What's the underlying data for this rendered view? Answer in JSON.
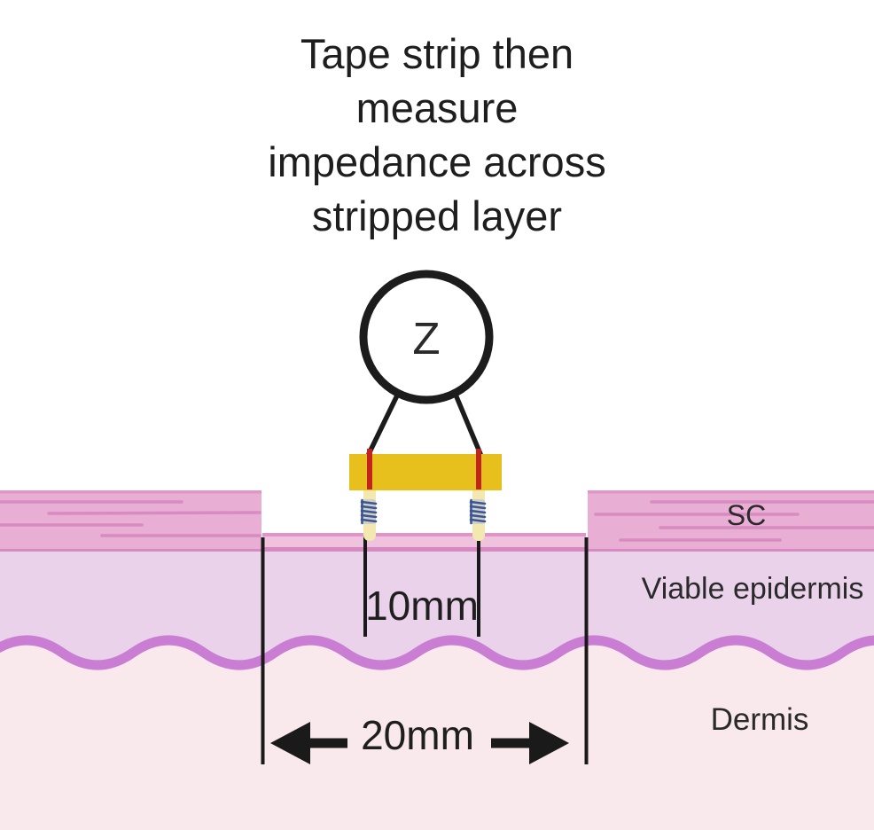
{
  "title": "Tape strip then\nmeasure\nimpedance across\nstripped layer",
  "meter": {
    "symbol": "Z"
  },
  "measurements": {
    "inner_width": "10mm",
    "outer_width": "20mm"
  },
  "layer_labels": {
    "sc": "SC",
    "viable_epidermis": "Viable epidermis",
    "dermis": "Dermis"
  },
  "colors": {
    "sc_layer": "#e9aed4",
    "sc_streak": "#d685bd",
    "sc_edge": "#df97c9",
    "stripped_surface": "#efc2dd",
    "stripped_surface_edge": "#e293c8",
    "layer_boundary": "#d78ac1",
    "viable_epidermis": "#ebd2eb",
    "dermis": "#fae9ec",
    "dermis_boundary_wave": "#c97ed3",
    "tape_strip": "#e8c01e",
    "electrode": "#f3e9b0",
    "spring": "#3b5693",
    "wire_red": "#c2231b",
    "wire_black": "#1c1c1c",
    "marker_black": "#1a1a1a"
  }
}
